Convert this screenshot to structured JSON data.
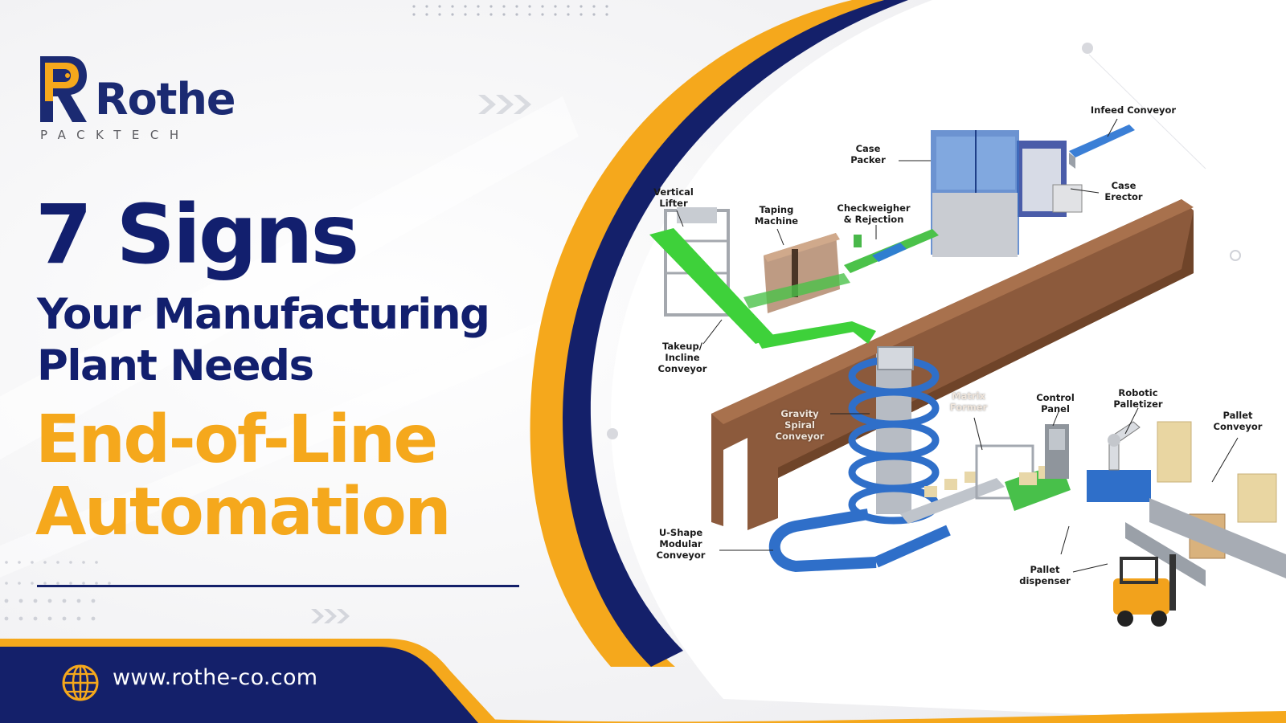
{
  "brand": {
    "name": "Rothe",
    "tagline": "PACKTECH",
    "mark": "R",
    "colors": {
      "navy": "#14206a",
      "yellow": "#f5a81c",
      "wall": "#8c5a3c",
      "conveyor_green": "#3ed13a",
      "conveyor_blue": "#2f6fc9"
    }
  },
  "headline": {
    "line1": "7 Signs",
    "line2": "Your Manufacturing",
    "line3": "Plant Needs",
    "line4": "End-of-Line",
    "line5": "Automation"
  },
  "footer": {
    "url": "www.rothe-co.com",
    "icon": "globe-icon"
  },
  "diagram": {
    "labels": {
      "infeed_conveyor": "Infeed Conveyor",
      "case_packer": "Case\nPacker",
      "case_erector": "Case\nErector",
      "vertical_lifter": "Vertical\nLifter",
      "taping_machine": "Taping\nMachine",
      "checkweigher": "Checkweigher\n& Rejection",
      "takeup_conveyor": "Takeup/\nIncline\nConveyor",
      "gravity_spiral": "Gravity\nSpiral\nConveyor",
      "matrix_former": "Matrix\nFormer",
      "control_panel": "Control\nPanel",
      "robotic_palletizer": "Robotic\nPalletizer",
      "pallet_conveyor": "Pallet\nConveyor",
      "u_shape_conveyor": "U-Shape\nModular\nConveyor",
      "pallet_dispenser": "Pallet\ndispenser"
    }
  }
}
